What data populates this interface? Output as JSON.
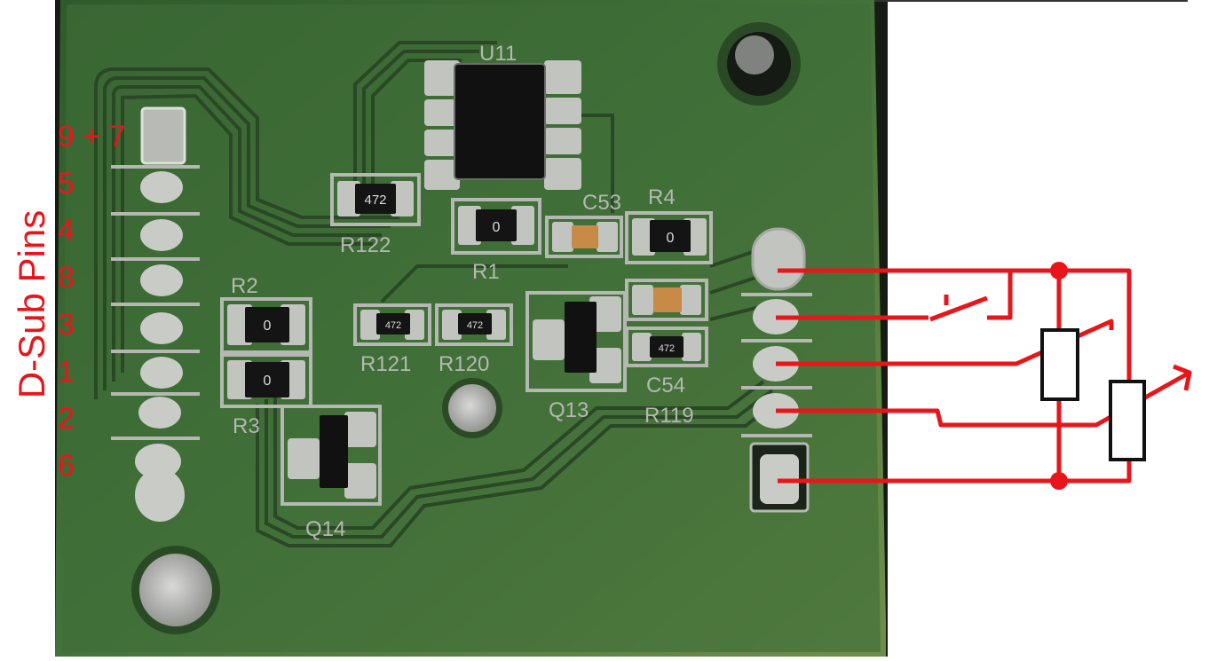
{
  "side_label": "D-Sub Pins",
  "pin_labels": [
    "9 + 7",
    "5",
    "4",
    "8",
    "3",
    "1",
    "2",
    "6"
  ],
  "components": {
    "u11": "U11",
    "r122": "R122",
    "r122_code": "472",
    "r1": "R1",
    "r1_code": "0",
    "c53": "C53",
    "r4": "R4",
    "r4_code": "0",
    "r2": "R2",
    "r2_code": "0",
    "r3": "R3",
    "r3_code": "0",
    "r121": "R121",
    "r121_code": "472",
    "r120": "R120",
    "r120_code": "472",
    "q13": "Q13",
    "q14": "Q14",
    "c54": "C54",
    "c54_code": "472",
    "r119": "R119"
  },
  "colors": {
    "board": "#3e6b36",
    "trace": "#2f4f2b",
    "silkscreen": "#b5b8b2",
    "pad": "#c9cbc7",
    "annotation": "#e8161b"
  }
}
